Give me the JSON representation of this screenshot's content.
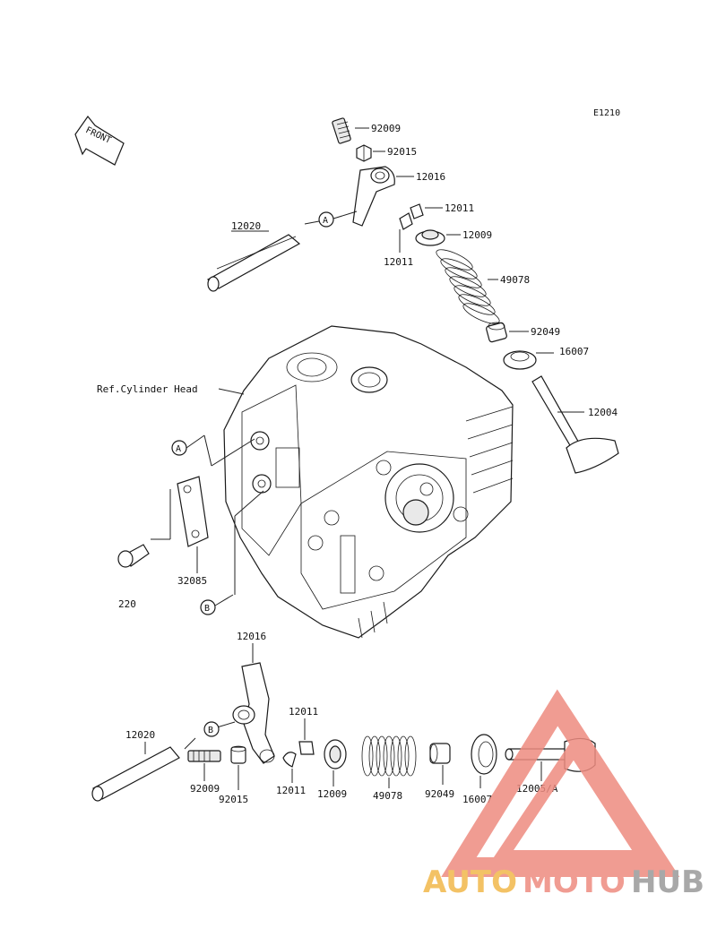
{
  "diagram": {
    "code": "E1210",
    "front_label": "FRONT",
    "ref_label": "Ref.Cylinder Head",
    "markers": {
      "a": "A",
      "b": "B"
    },
    "top_parts": {
      "p92009": "92009",
      "p92015": "92015",
      "p12016": "12016",
      "p12011a": "12011",
      "p12011b": "12011",
      "p12009": "12009",
      "p12020": "12020",
      "p49078": "49078",
      "p92049": "92049",
      "p16007": "16007",
      "p12004": "12004"
    },
    "side_parts": {
      "p32085": "32085",
      "p220": "220"
    },
    "bottom_parts": {
      "p12016": "12016",
      "p12011a": "12011",
      "p12020": "12020",
      "p92009": "92009",
      "p92015": "92015",
      "p12011b": "12011",
      "p12009": "12009",
      "p49078": "49078",
      "p92049": "92049",
      "p16007": "16007",
      "p12005": "12005/A"
    }
  },
  "watermark": {
    "part1": "AUTO",
    "part2": "MOTO",
    "part3": "HUB",
    "colors": {
      "auto": "#f2b84b",
      "moto": "#ee8b80",
      "hub": "#9a9a9a",
      "triangle": "#ee8b80"
    }
  }
}
